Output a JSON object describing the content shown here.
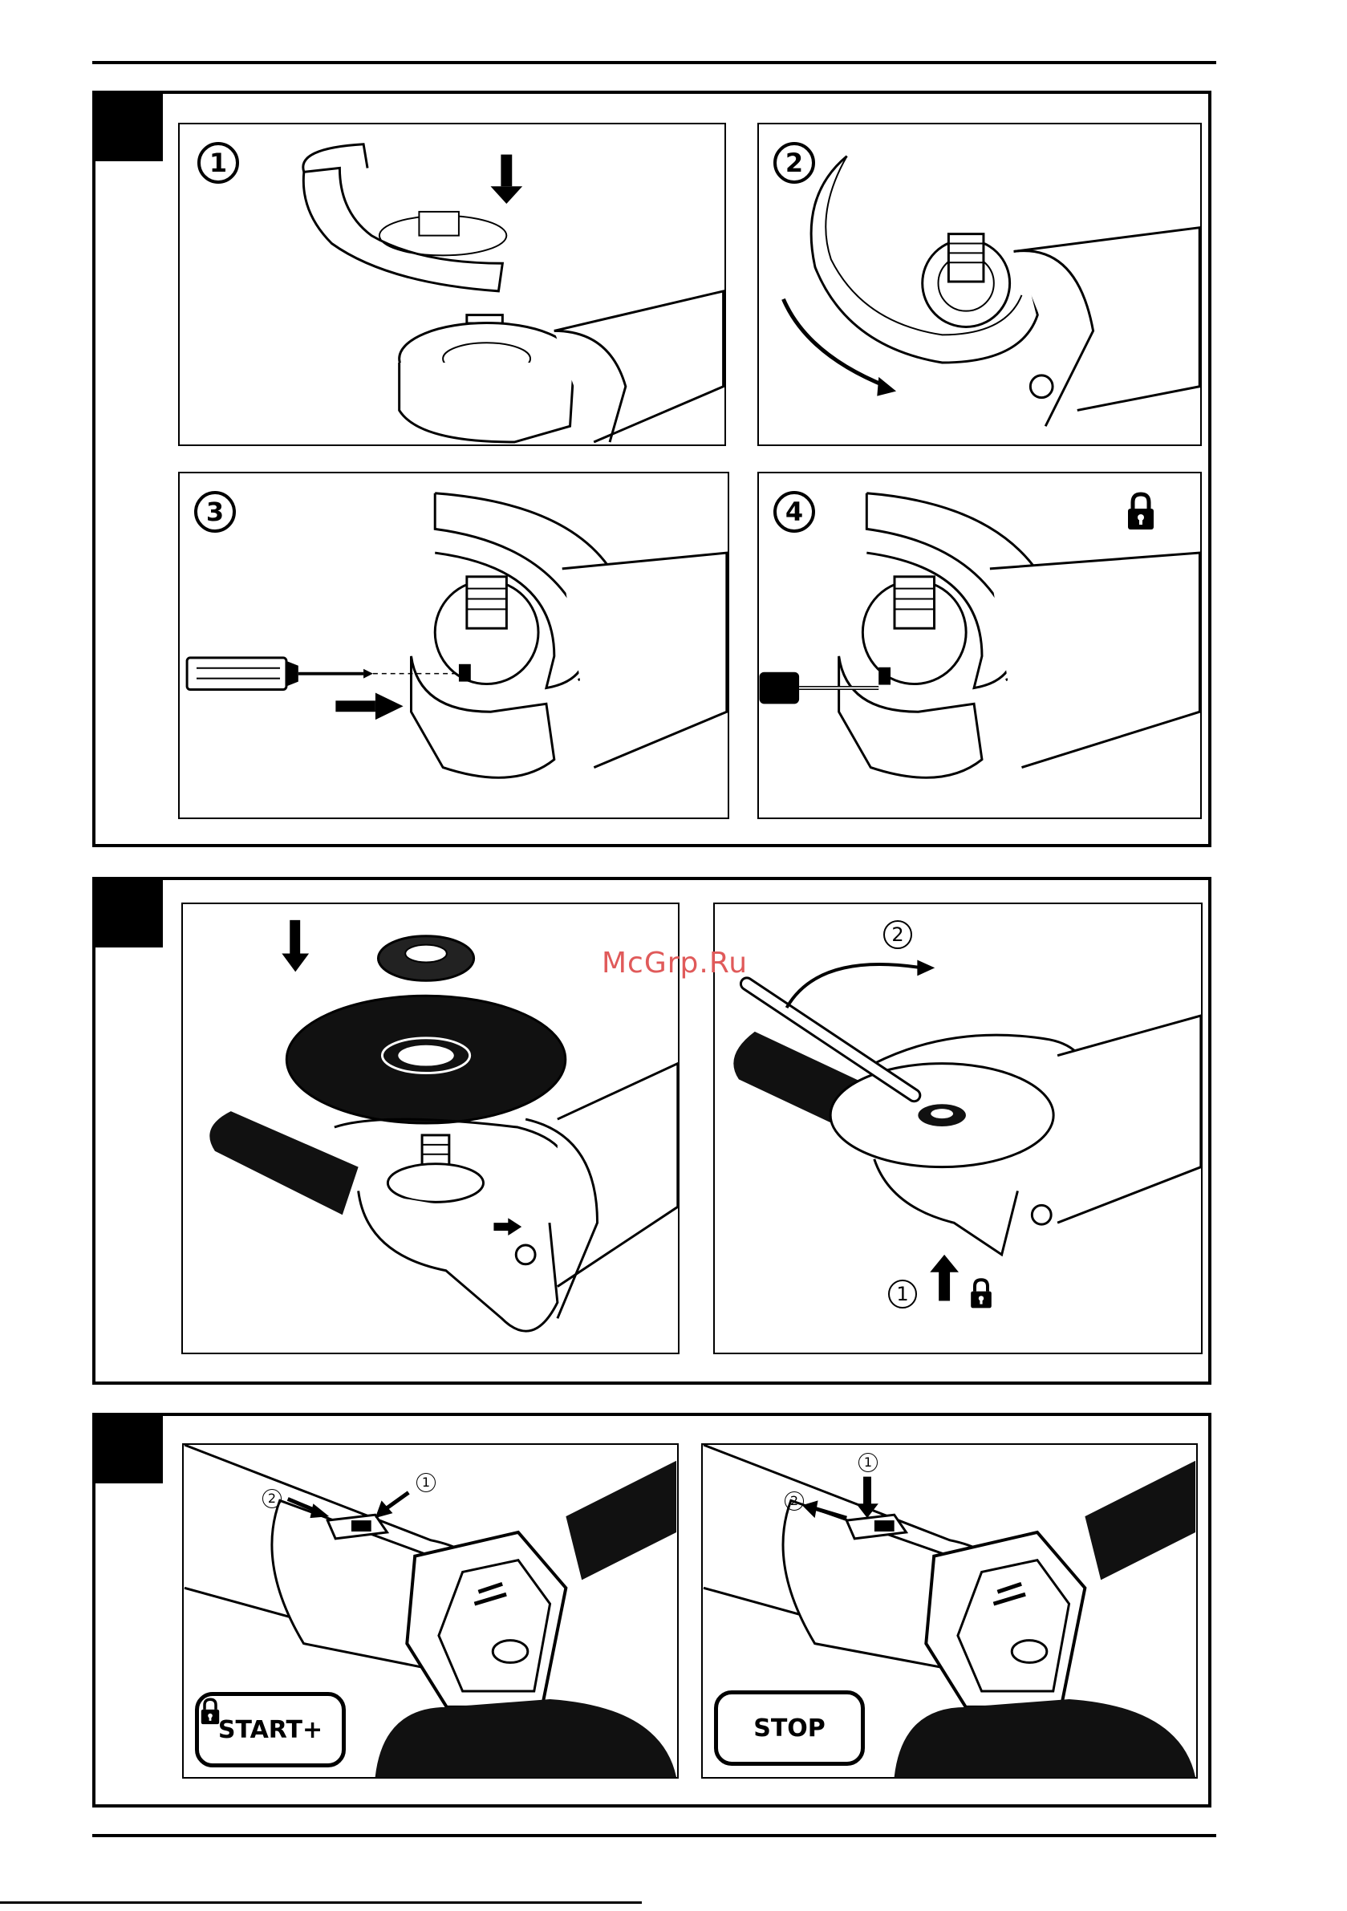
{
  "watermark": "McGrp.Ru",
  "section_a": {
    "steps": [
      {
        "num": "1"
      },
      {
        "num": "2"
      },
      {
        "num": "3"
      },
      {
        "num": "4"
      }
    ]
  },
  "section_b": {
    "left_panel": {},
    "right_panel": {
      "callout_top": "2",
      "callout_bottom": "1"
    }
  },
  "section_c": {
    "left_panel": {
      "callout_a": "2",
      "callout_b": "1",
      "badge_label": "START+"
    },
    "right_panel": {
      "callout_top": "1",
      "callout_left": "2",
      "badge_label": "STOP"
    }
  }
}
